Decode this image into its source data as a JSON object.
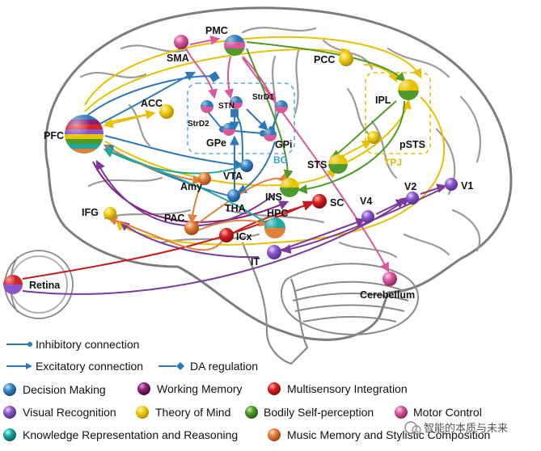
{
  "regions": {
    "pmc": "PMC",
    "sma": "SMA",
    "pcc": "PCC",
    "acc": "ACC",
    "stn": "STN",
    "strd1": "StrD1",
    "strd2": "StrD2",
    "gpe": "GPe",
    "gpi": "GPi",
    "bg": "BG",
    "ipl": "IPL",
    "pfc": "PFC",
    "psts": "pSTS",
    "tpj": "TPJ",
    "sts": "STS",
    "vta": "VTA",
    "amy": "Amy",
    "ins": "INS",
    "sc": "SC",
    "tha": "THA",
    "v4": "V4",
    "v2": "V2",
    "v1": "V1",
    "ifg": "IFG",
    "pac": "PAC",
    "hpc": "HPC",
    "icx": "ICx",
    "it": "IT",
    "retina": "Retina",
    "cerebellum": "Cerebellum"
  },
  "connection_legend": {
    "inhibitory": "Inhibitory connection",
    "excitatory": "Excitatory connection",
    "da": "DA regulation"
  },
  "function_legend": {
    "decision": "Decision Making",
    "working_memory": "Working Memory",
    "multisensory": "Multisensory Integration",
    "visual": "Visual Recognition",
    "tom": "Theory of Mind",
    "bodily": "Bodily Self-perception",
    "motor": "Motor Control",
    "knowledge": "Knowledge Representation and Reasoning",
    "music": "Music Memory and Stylistic Composition"
  },
  "colors": {
    "decision": "#2f78b8",
    "working_memory": "#8a1f7a",
    "multisensory": "#d42424",
    "visual": "#8a55c8",
    "tom": "#e8c400",
    "bodily": "#4f9a2a",
    "motor": "#d8589a",
    "knowledge": "#1ea8a0",
    "music": "#e0803a"
  },
  "watermark": "智能的本质与未来"
}
